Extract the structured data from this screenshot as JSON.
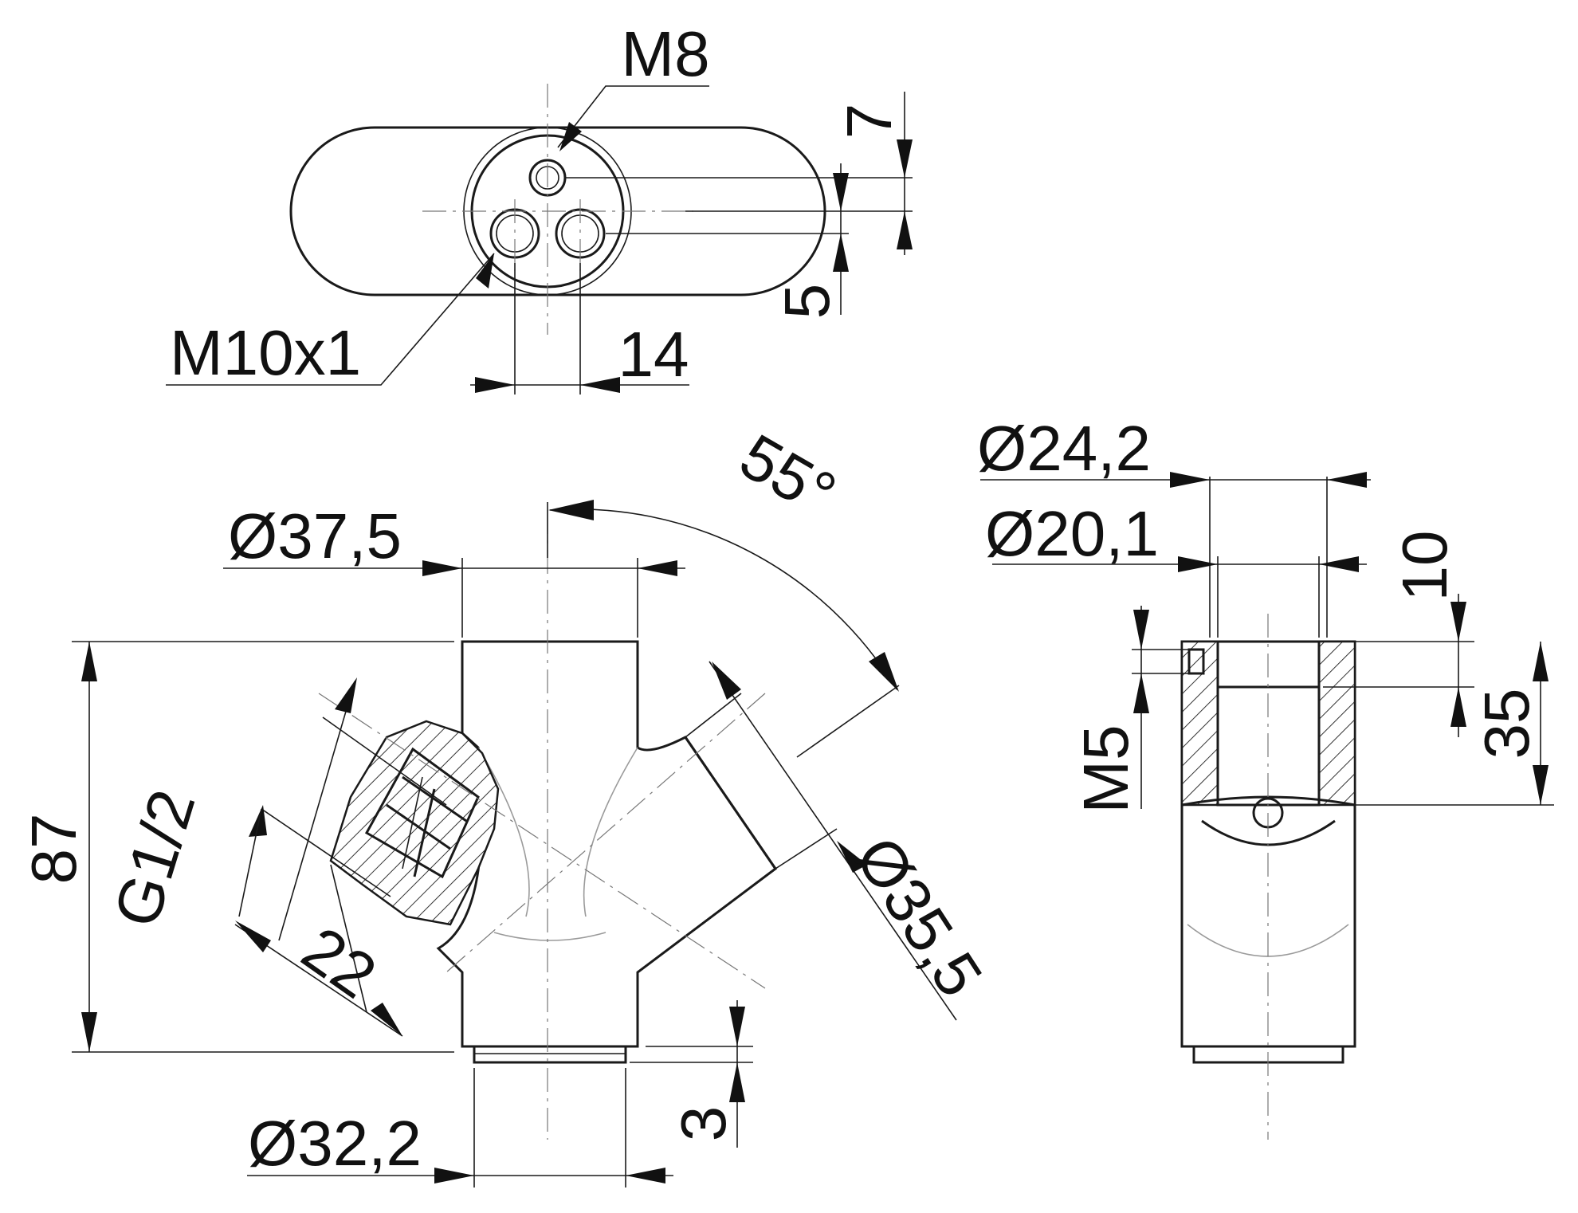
{
  "labels": {
    "thread_m8": "M8",
    "thread_m10": "M10x1",
    "dim_7": "7",
    "dim_5": "5",
    "dim_14": "14",
    "angle_55": "55°",
    "dia_37_5": "Ø37,5",
    "dim_87": "87",
    "thread_g12": "G1/2",
    "dim_22": "22",
    "dia_35_5": "Ø35,5",
    "dia_32_2": "Ø32,2",
    "dim_3": "3",
    "dia_24_2": "Ø24,2",
    "dia_20_1": "Ø20,1",
    "dim_10": "10",
    "thread_m5": "M5",
    "dim_35": "35"
  },
  "colors": {
    "line": "#1a1a1a",
    "hatch": "#333333",
    "centerline": "#777777",
    "hidden": "#9a9a9a"
  }
}
